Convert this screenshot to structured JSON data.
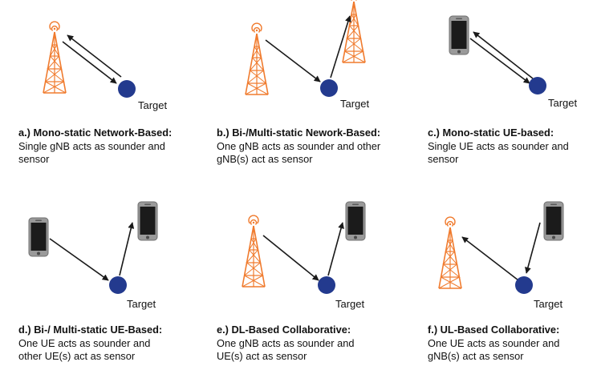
{
  "target_label": "Target",
  "scenarios": [
    {
      "title": "a.) Mono-static Network-Based:",
      "description": "Single gNB acts as sounder and sensor"
    },
    {
      "title": "b.) Bi-/Multi-static Nework-Based:",
      "description": "One gNB acts as sounder and other gNB(s) act as sensor"
    },
    {
      "title": "c.) Mono-static UE-based:",
      "description": "Single UE acts as sounder and sensor"
    },
    {
      "title": "d.) Bi-/ Multi-static UE-Based:",
      "description": "One UE acts as sounder and other UE(s) act as sensor"
    },
    {
      "title": "e.) DL-Based Collaborative:",
      "description": "One gNB acts as sounder and UE(s) act as sensor"
    },
    {
      "title": "f.) UL-Based Collaborative:",
      "description": "One UE acts as sounder and gNB(s) act as sensor"
    }
  ],
  "colors": {
    "tower": "#f07b2e",
    "target": "#233a8e",
    "arrow": "#1a1a1a",
    "phone_body": "#9a9a9a",
    "phone_screen": "#1b1b1b"
  },
  "icons": [
    "cell-tower-icon",
    "phone-icon",
    "target-icon",
    "arrow-icon"
  ]
}
